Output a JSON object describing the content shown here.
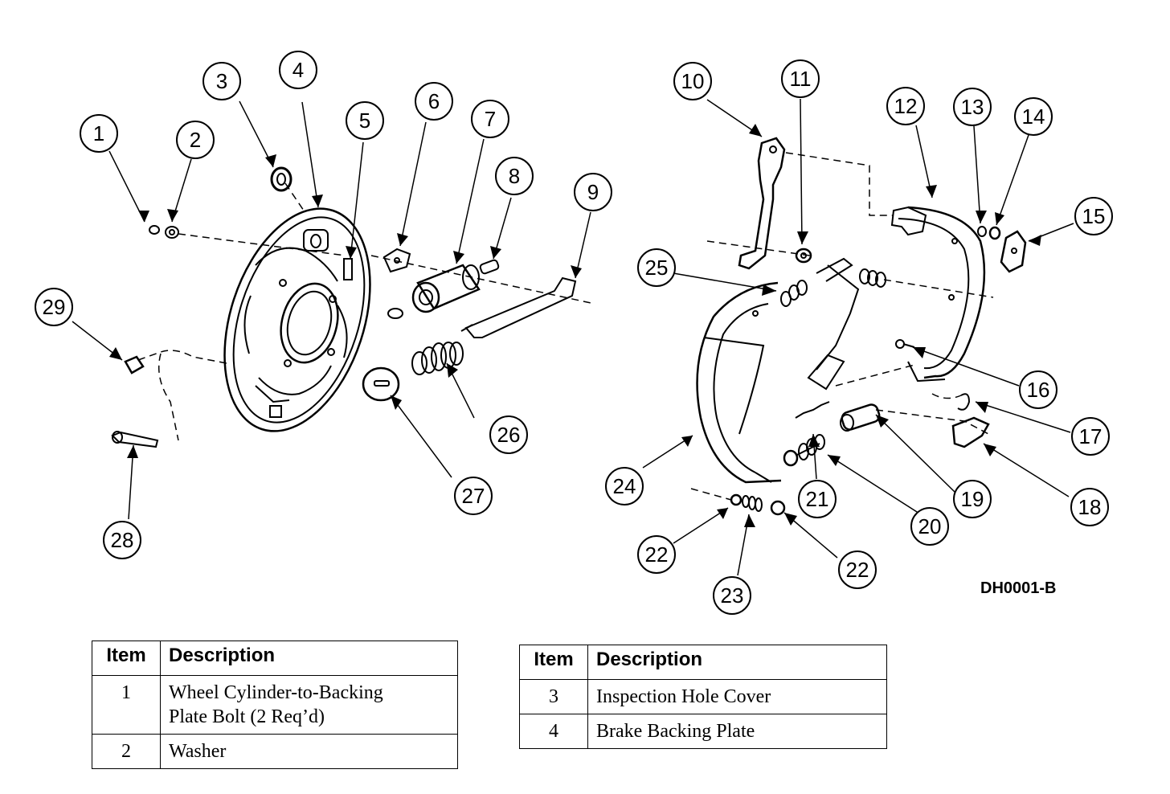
{
  "figure": {
    "code": "DH0001-B"
  },
  "callouts": [
    "1",
    "2",
    "3",
    "4",
    "5",
    "6",
    "7",
    "8",
    "9",
    "10",
    "11",
    "12",
    "13",
    "14",
    "15",
    "16",
    "17",
    "18",
    "19",
    "20",
    "21",
    "22",
    "22",
    "23",
    "24",
    "25",
    "26",
    "27",
    "28",
    "29"
  ],
  "tables": [
    {
      "headers": {
        "item": "Item",
        "description": "Description"
      },
      "rows": [
        {
          "item": "1",
          "description": "Wheel Cylinder-to-Backing Plate Bolt (2 Req’d)"
        },
        {
          "item": "2",
          "description": "Washer"
        }
      ]
    },
    {
      "headers": {
        "item": "Item",
        "description": "Description"
      },
      "rows": [
        {
          "item": "3",
          "description": "Inspection Hole Cover"
        },
        {
          "item": "4",
          "description": "Brake Backing Plate"
        }
      ]
    }
  ],
  "colors": {
    "ink": "#000000",
    "background": "#ffffff"
  }
}
